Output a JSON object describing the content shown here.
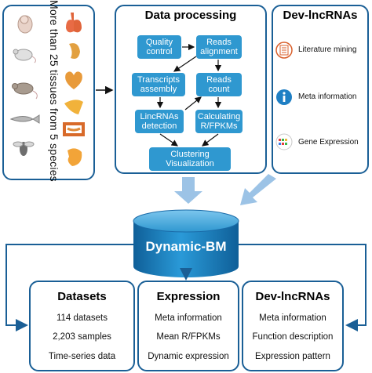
{
  "species_panel": {
    "text": "More than 25 tissues from 5 species",
    "species_icons": [
      "embryo-icon",
      "mouse-icon",
      "rat-icon",
      "fish-icon",
      "fly-icon"
    ],
    "tissue_icons": [
      "lung-icon",
      "kidney-icon",
      "heart-icon",
      "liver-icon",
      "intestine-icon",
      "stomach-icon"
    ]
  },
  "processing": {
    "title": "Data processing",
    "steps": {
      "quality": "Quality control",
      "reads_alignment": "Reads alignment",
      "transcripts": "Transcripts assembly",
      "reads_count": "Reads count",
      "lincrnas": "LincRNAs detection",
      "calculating": "Calculating R/FPKMs",
      "clustering": "Clustering Visualization"
    }
  },
  "dev_panel": {
    "title": "Dev-lncRNAs",
    "items": [
      {
        "icon": "document-icon",
        "label": "Literature mining"
      },
      {
        "icon": "info-icon",
        "label": "Meta information"
      },
      {
        "icon": "expression-icon",
        "label": "Gene Expression"
      }
    ]
  },
  "database": {
    "label": "Dynamic-BM"
  },
  "outputs": [
    {
      "title": "Datasets",
      "items": [
        "114 datasets",
        "2,203 samples",
        "Time-series data"
      ]
    },
    {
      "title": "Expression",
      "items": [
        "Meta information",
        "Mean R/FPKMs",
        "Dynamic expression"
      ]
    },
    {
      "title": "Dev-lncRNAs",
      "items": [
        "Meta information",
        "Function description",
        "Expression pattern"
      ]
    }
  ],
  "colors": {
    "frame": "#1a5f96",
    "step_fill": "#2f98d0",
    "cylinder": "#1b86c4",
    "arrow_fill": "#9cc3e6"
  }
}
